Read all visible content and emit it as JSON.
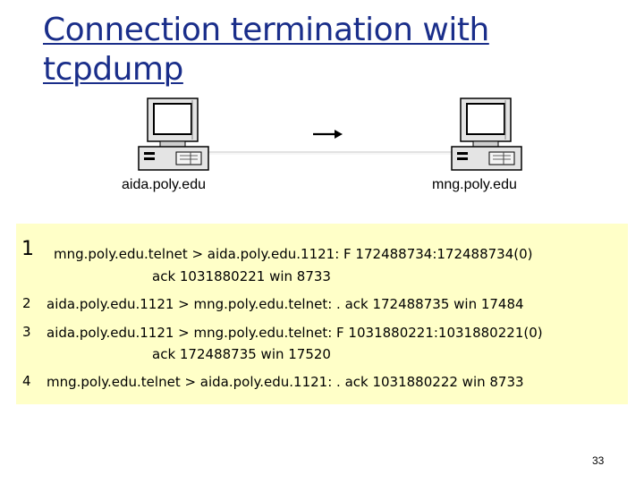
{
  "slide": {
    "title_line1": "Connection termination with",
    "title_line2": "tcpdump",
    "page_number": "33"
  },
  "hosts": {
    "left": {
      "label": "aida.poly.edu",
      "icon": "desktop-computer-icon"
    },
    "right": {
      "label": "mng.poly.edu",
      "icon": "desktop-computer-icon"
    }
  },
  "trace": {
    "background": "#ffffc8",
    "lines": [
      {
        "num": "1",
        "text": "mng.poly.edu.telnet > aida.poly.edu.1121: F 172488734:172488734(0)",
        "cont": "ack 1031880221 win 8733"
      },
      {
        "num": "2",
        "text": "aida.poly.edu.1121 > mng.poly.edu.telnet: . ack 172488735 win 17484",
        "cont": ""
      },
      {
        "num": "3",
        "text": "aida.poly.edu.1121 > mng.poly.edu.telnet: F 1031880221:1031880221(0)",
        "cont": "ack 172488735 win 17520"
      },
      {
        "num": "4",
        "text": "mng.poly.edu.telnet > aida.poly.edu.1121: . ack 1031880222 win 8733",
        "cont": ""
      }
    ]
  },
  "colors": {
    "title": "#1a2e8a"
  }
}
